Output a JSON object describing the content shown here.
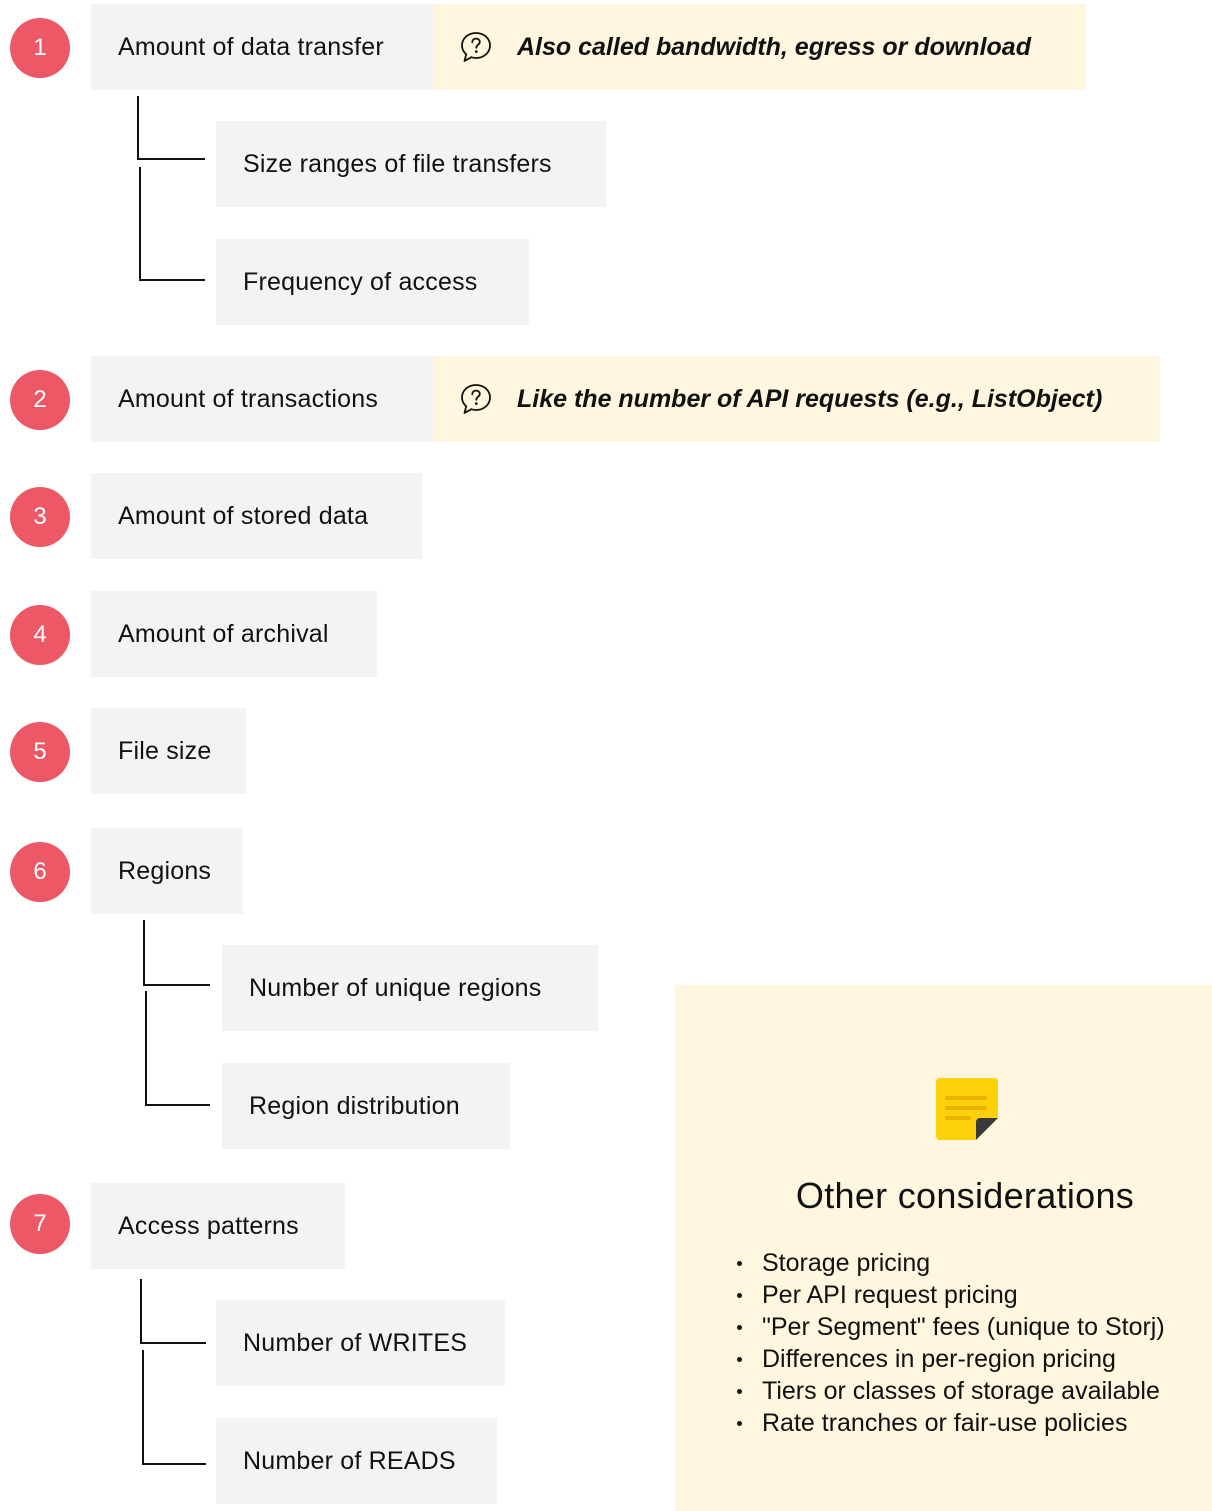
{
  "items": [
    {
      "number": "1",
      "label": "Amount of data transfer",
      "note": "Also called bandwidth, egress or download",
      "children": [
        "Size ranges of file transfers",
        "Frequency of access"
      ]
    },
    {
      "number": "2",
      "label": "Amount of transactions",
      "note": "Like the number of API requests (e.g., ListObject)"
    },
    {
      "number": "3",
      "label": "Amount of stored data"
    },
    {
      "number": "4",
      "label": "Amount of archival"
    },
    {
      "number": "5",
      "label": "File size"
    },
    {
      "number": "6",
      "label": "Regions",
      "children": [
        "Number of unique regions",
        "Region distribution"
      ]
    },
    {
      "number": "7",
      "label": "Access patterns",
      "children": [
        "Number of WRITES",
        "Number of READS"
      ]
    }
  ],
  "other": {
    "title": "Other considerations",
    "icon": "sticky-note-icon",
    "bullets": [
      "Storage pricing",
      "Per API request pricing",
      "\"Per Segment\" fees (unique to Storj)",
      "Differences in per-region pricing",
      "Tiers or classes of storage available",
      "Rate tranches or fair-use policies"
    ]
  },
  "colors": {
    "number_badge": "#ec5866",
    "box": "#f2f3f4",
    "note": "#fef6de",
    "sticky": "#fdd20a"
  }
}
